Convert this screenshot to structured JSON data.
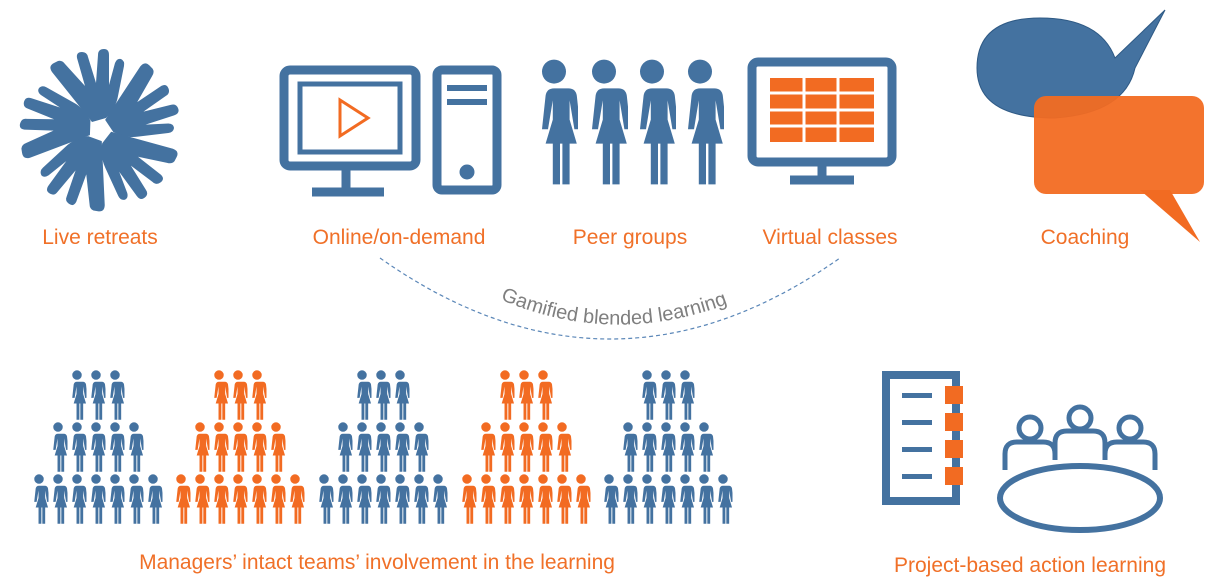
{
  "colors": {
    "blue": "#4472A0",
    "orange": "#F26B22",
    "gray": "#7F7F7F"
  },
  "labels": {
    "live_retreats": "Live retreats",
    "online": "Online/on-demand",
    "peer_groups": "Peer groups",
    "virtual_classes": "Virtual classes",
    "coaching": "Coaching",
    "gamified": "Gamified blended learning",
    "managers": "Managers’ intact teams’ involvement in the learning",
    "project": "Project-based action learning"
  },
  "pyramids": [
    {
      "color": "blue"
    },
    {
      "color": "orange"
    },
    {
      "color": "blue"
    },
    {
      "color": "orange"
    },
    {
      "color": "blue"
    }
  ],
  "pyramid_rows": [
    3,
    5,
    7
  ]
}
